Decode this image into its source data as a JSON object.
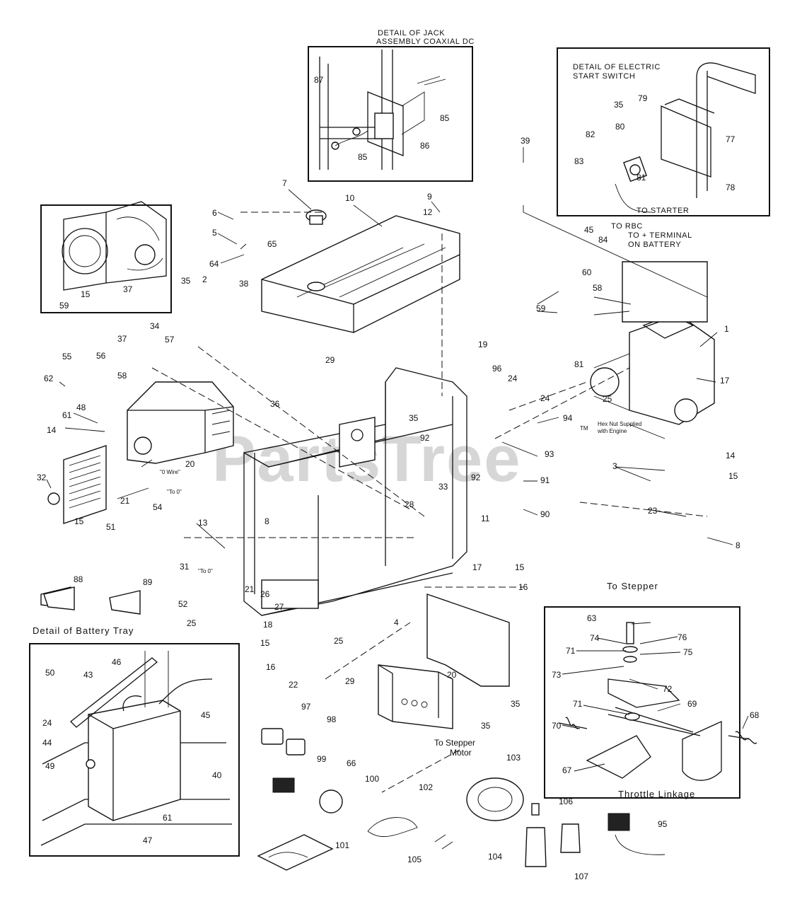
{
  "watermark": {
    "text": "PartsTree",
    "tm": "TM"
  },
  "details": {
    "jack": [
      "DETAIL OF JACK",
      "ASSEMBLY COAXIAL DC"
    ],
    "switch": [
      "DETAIL OF ELECTRIC",
      "START SWITCH"
    ],
    "battery": "Detail of Battery Tray",
    "throttle": "Throttle Linkage"
  },
  "notes": {
    "to_starter": "TO STARTER",
    "to_rbc": "TO RBC",
    "to_terminal": [
      "TO + TERMINAL",
      "ON BATTERY"
    ],
    "hex_nut": [
      "Hex Nut Supplied",
      "with Engine"
    ],
    "to_stepper": "To Stepper",
    "to_stepper_motor": [
      "To Stepper",
      "Motor"
    ],
    "o_wire": [
      "\"0 Wire\""
    ],
    "to_0_a": "\"To 0\"",
    "to_0_b": "\"To 0\""
  },
  "labels": {
    "p1": "1",
    "p2": "2",
    "p3": "3",
    "p4": "4",
    "p5": "5",
    "p6": "6",
    "p7": "7",
    "p8a": "8",
    "p8b": "8",
    "p9": "9",
    "p10": "10",
    "p11": "11",
    "p12": "12",
    "p13": "13",
    "p14a": "14",
    "p14b": "14",
    "p15a": "15",
    "p15b": "15",
    "p15c": "15",
    "p15d": "15",
    "p15e": "15",
    "p16a": "16",
    "p16b": "16",
    "p17a": "17",
    "p17b": "17",
    "p18": "18",
    "p19": "19",
    "p20a": "20",
    "p20b": "20",
    "p21a": "21",
    "p21b": "21",
    "p22": "22",
    "p23": "23",
    "p24a": "24",
    "p24b": "24",
    "p24c": "24",
    "p25a": "25",
    "p25b": "25",
    "p25c": "25",
    "p26": "26",
    "p27": "27",
    "p28": "28",
    "p29a": "29",
    "p29b": "29",
    "p31": "31",
    "p32": "32",
    "p33": "33",
    "p34": "34",
    "p35a": "35",
    "p35b": "35",
    "p35c": "35",
    "p35d": "35",
    "p35e": "35",
    "p36": "36",
    "p37a": "37",
    "p37b": "37",
    "p38": "38",
    "p39": "39",
    "p40": "40",
    "p43": "43",
    "p44": "44",
    "p45a": "45",
    "p45b": "45",
    "p46": "46",
    "p47": "47",
    "p48": "48",
    "p49": "49",
    "p50": "50",
    "p51": "51",
    "p52": "52",
    "p54": "54",
    "p55": "55",
    "p56": "56",
    "p57": "57",
    "p58a": "58",
    "p58b": "58",
    "p59a": "59",
    "p59b": "59",
    "p60": "60",
    "p61a": "61",
    "p61b": "61",
    "p62": "62",
    "p63": "63",
    "p64": "64",
    "p65": "65",
    "p66": "66",
    "p67": "67",
    "p68": "68",
    "p69": "69",
    "p70": "70",
    "p71a": "71",
    "p71b": "71",
    "p72": "72",
    "p73": "73",
    "p74": "74",
    "p75": "75",
    "p76": "76",
    "p77": "77",
    "p78": "78",
    "p79": "79",
    "p80": "80",
    "p81a": "81",
    "p81b": "81",
    "p82": "82",
    "p83": "83",
    "p84": "84",
    "p85a": "85",
    "p85b": "85",
    "p86": "86",
    "p87": "87",
    "p88": "88",
    "p89": "89",
    "p90": "90",
    "p91": "91",
    "p92a": "92",
    "p92b": "92",
    "p93": "93",
    "p94": "94",
    "p95": "95",
    "p96": "96",
    "p97": "97",
    "p98": "98",
    "p99": "99",
    "p100": "100",
    "p101": "101",
    "p102": "102",
    "p103": "103",
    "p104": "104",
    "p105": "105",
    "p106": "106",
    "p107": "107"
  }
}
